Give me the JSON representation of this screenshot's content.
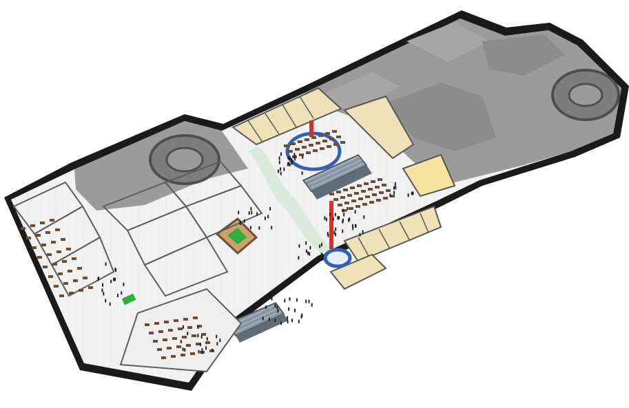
{
  "map": {
    "type": "isometric-floor-plan",
    "colors": {
      "outer_wall": "#141414",
      "back_of_house": "#9b9b9b",
      "back_of_house_dark": "#7d7d7d",
      "room_wall": "#5c5c5c",
      "floor_light": "#eeeeee",
      "retail_room": "#f0e2b8",
      "corridor": "#d9eadd",
      "escalator": "#7f8f9c",
      "blue_ring": "#2f62b5",
      "red_marker": "#d5312c",
      "atrium_frame": "#c9a36b",
      "green_sign": "#2fae3e",
      "furniture": "#6a4e3a"
    },
    "zones": [
      {
        "name": "back-of-house-service-area",
        "tone": "grey"
      },
      {
        "name": "office-wing",
        "tone": "light"
      },
      {
        "name": "food-court",
        "tone": "light"
      },
      {
        "name": "retail-units",
        "tone": "yellow"
      },
      {
        "name": "central-atrium",
        "tone": "light"
      },
      {
        "name": "escalators",
        "tone": "grey-blue"
      }
    ]
  }
}
